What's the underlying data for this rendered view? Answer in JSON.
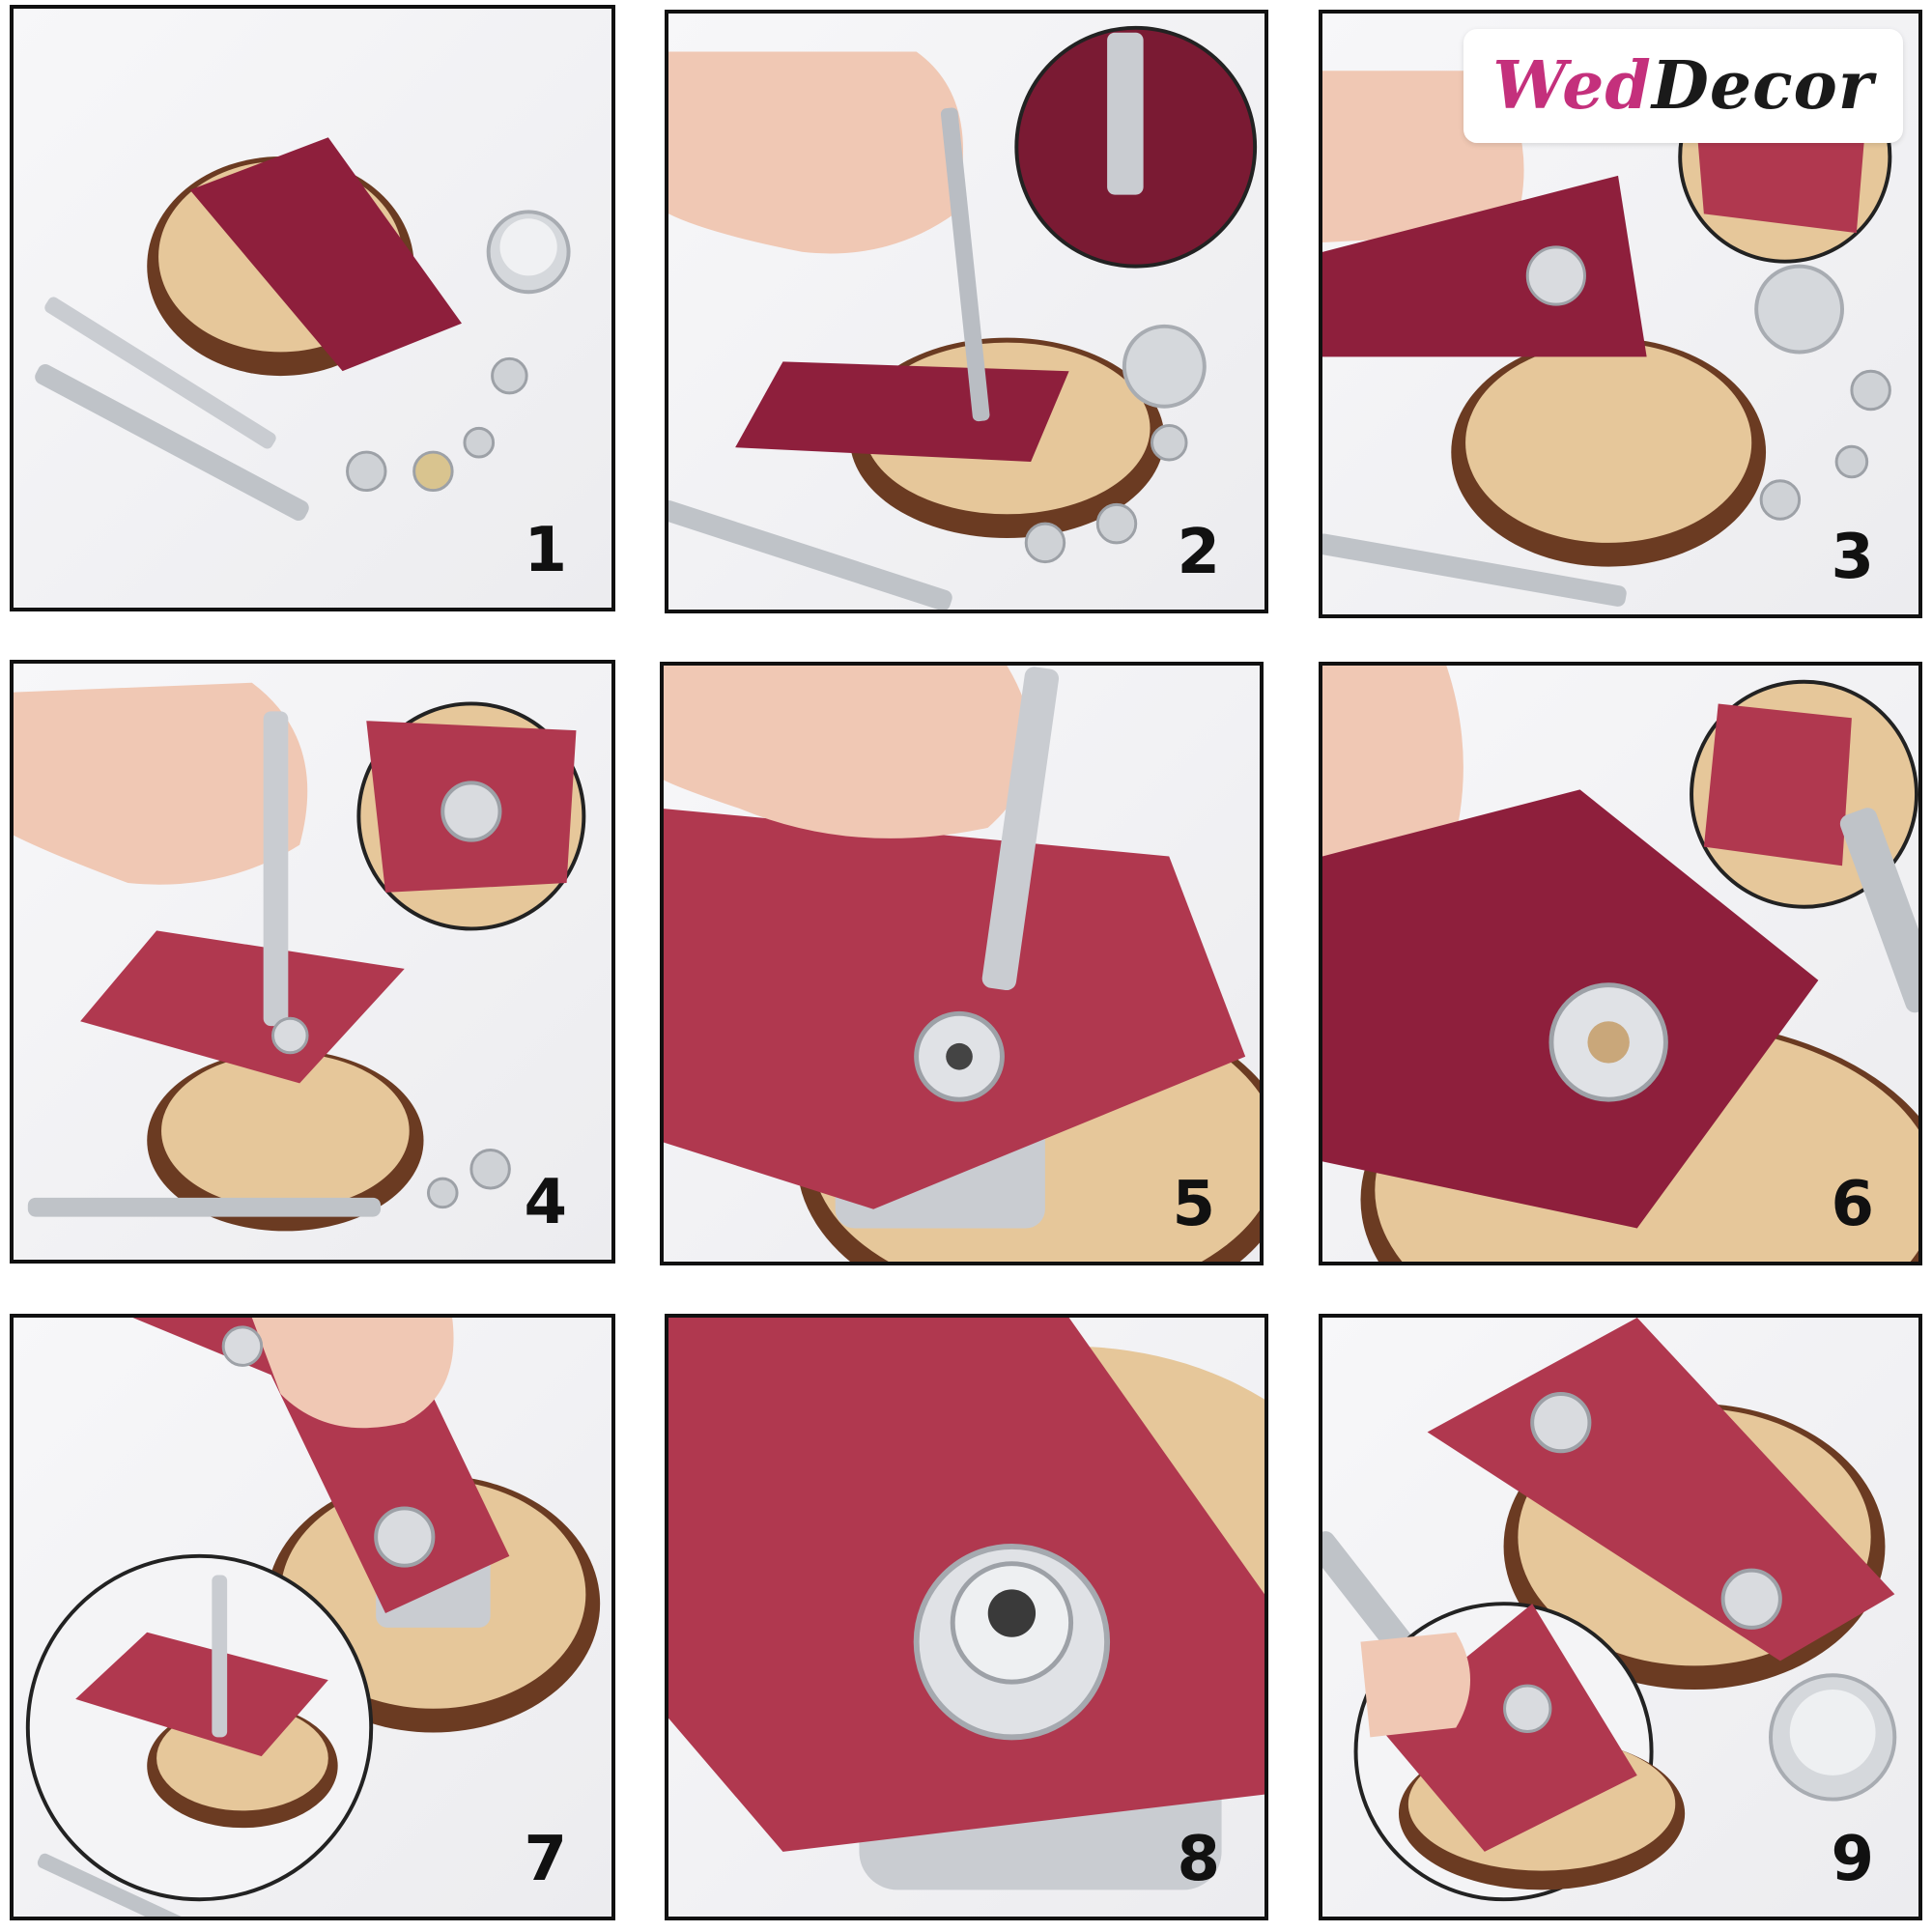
{
  "logo": {
    "part1": "Wed",
    "part2": "Decor"
  },
  "steps": [
    {
      "number": "1"
    },
    {
      "number": "2"
    },
    {
      "number": "3"
    },
    {
      "number": "4"
    },
    {
      "number": "5"
    },
    {
      "number": "6"
    },
    {
      "number": "7"
    },
    {
      "number": "8"
    },
    {
      "number": "9"
    }
  ],
  "colors": {
    "leather": "#8e1f3c",
    "suede": "#b0384f",
    "wood": "#e6c79a",
    "bark": "#6b3b22",
    "metal": "#c9ccd1",
    "accent": "#c4307c"
  }
}
